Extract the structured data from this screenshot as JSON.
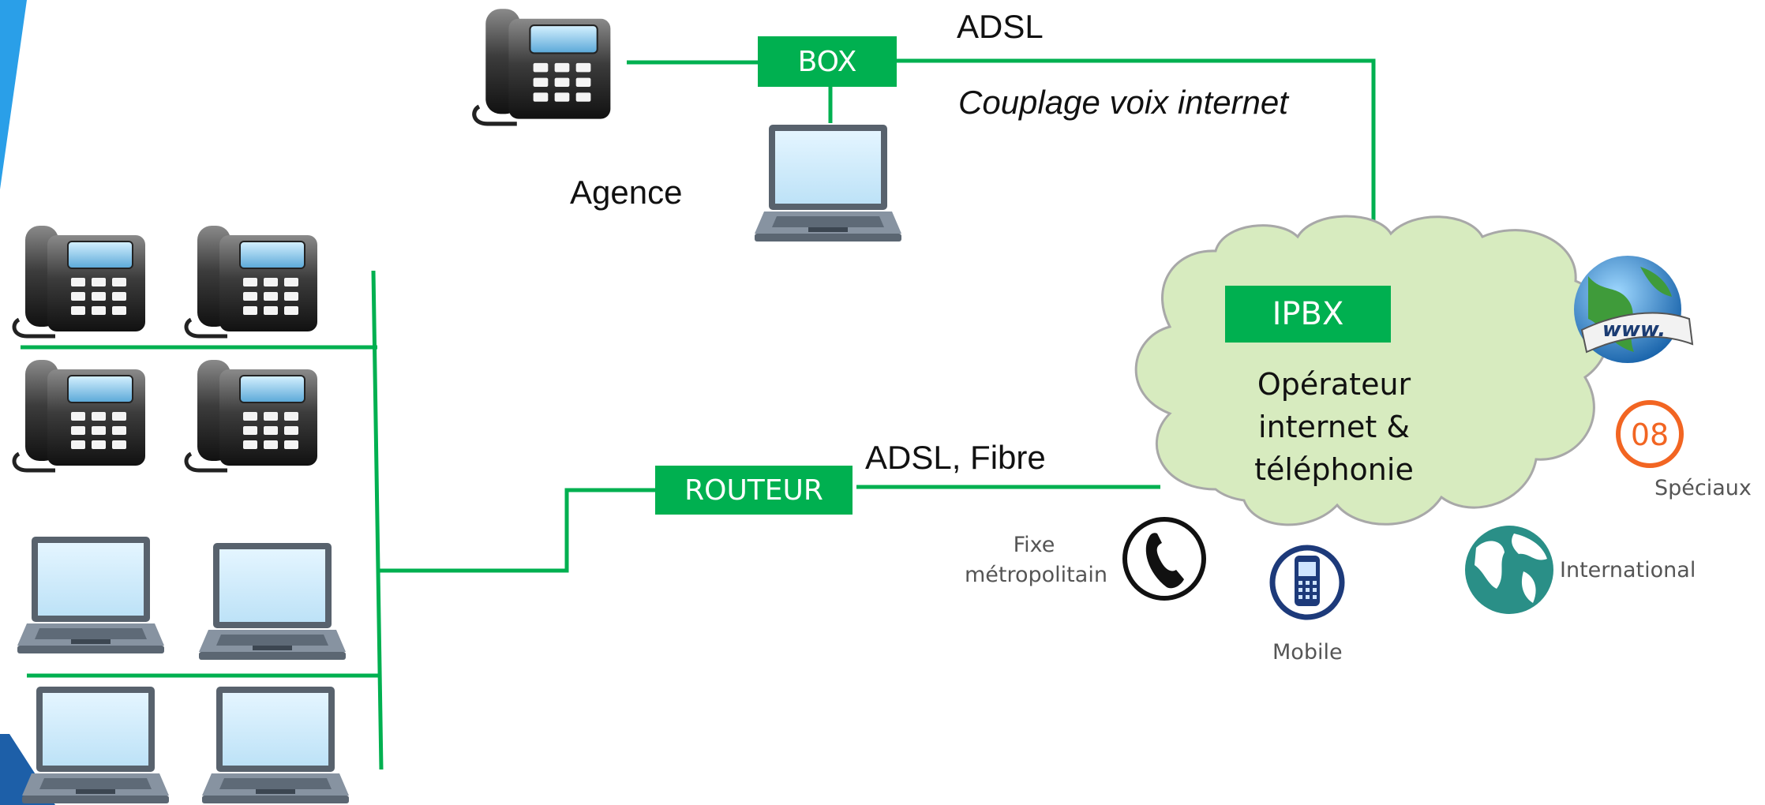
{
  "colors": {
    "link": "#00b050",
    "box": "#00b050",
    "cloud_fill": "#d7ebbf",
    "cloud_stroke": "#a8a8a8",
    "accent_blue": "#2a9fe8",
    "special_orange": "#f26522",
    "mobile_navy": "#1d3a7a",
    "intl_teal": "#2a8f87"
  },
  "agency": {
    "label": "Agence",
    "box_label": "BOX",
    "devices": [
      "desk-phone-icon",
      "laptop-icon"
    ]
  },
  "links": {
    "agency_upper": "ADSL",
    "agency_lower": "Couplage voix internet",
    "hq": "ADSL, Fibre"
  },
  "hq": {
    "router_label": "ROUTEUR",
    "phones": 4,
    "laptops": 4
  },
  "cloud": {
    "ipbx_label": "IPBX",
    "lines": [
      "Opérateur",
      "internet &",
      "téléphonie"
    ]
  },
  "services": {
    "web": "www.",
    "special_number": "08",
    "special_label": "Spéciaux",
    "fixed_line1": "Fixe",
    "fixed_line2": "métropolitain",
    "mobile": "Mobile",
    "international": "International"
  }
}
